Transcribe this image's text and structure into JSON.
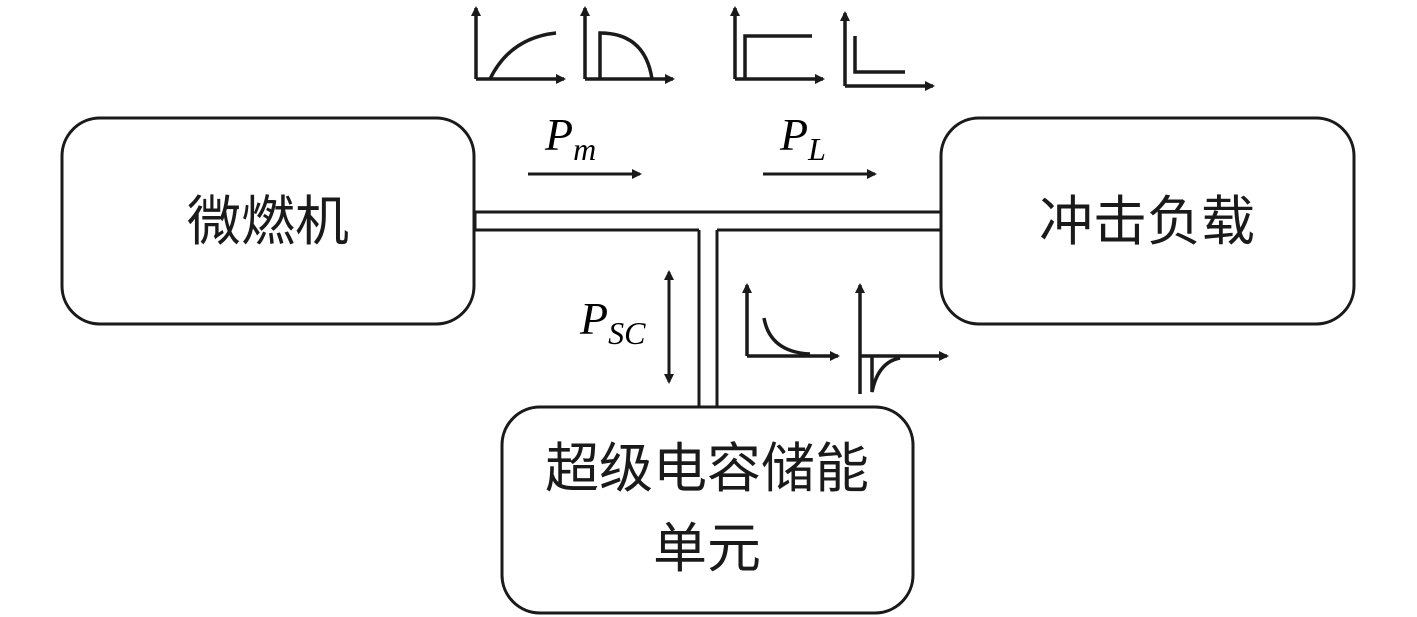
{
  "colors": {
    "stroke": "#1a1a1a",
    "background": "#ffffff"
  },
  "blocks": {
    "micro_turbine": {
      "label": "微燃机"
    },
    "impact_load": {
      "label": "冲击负载"
    },
    "supercap": {
      "label_line1": "超级电容储能",
      "label_line2": "单元"
    }
  },
  "power_labels": {
    "pm": {
      "main": "P",
      "sub": "m"
    },
    "pl": {
      "main": "P",
      "sub": "L"
    },
    "psc": {
      "main": "P",
      "sub": "SC"
    }
  },
  "icons": {
    "pm_waveforms": [
      "rising-curve-waveform-icon",
      "quarter-circle-fall-waveform-icon"
    ],
    "pl_waveforms": [
      "pulse-step-waveform-icon",
      "step-down-waveform-icon"
    ],
    "psc_waveforms": [
      "exponential-decay-waveform-icon",
      "negative-spike-waveform-icon"
    ]
  }
}
